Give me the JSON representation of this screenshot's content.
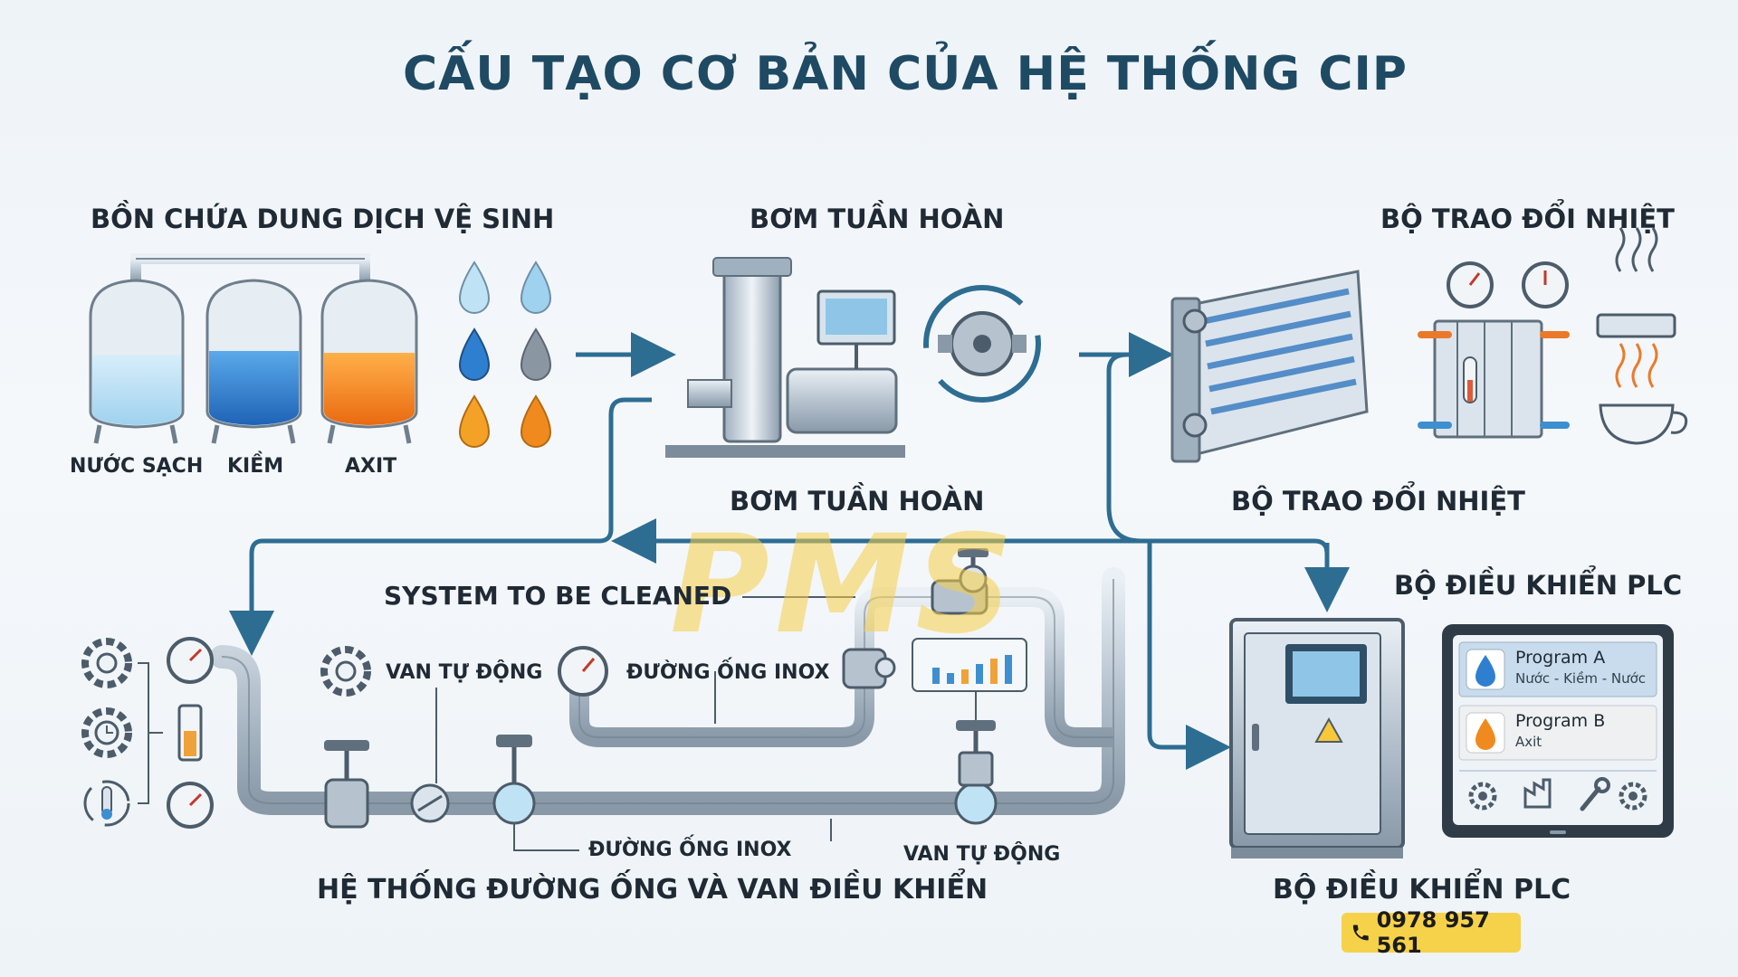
{
  "title": "CẤU TẠO CƠ BẢN CỦA HỆ THỐNG CIP",
  "sections": {
    "tanks": {
      "heading": "BỒN CHỨA DUNG DỊCH VỆ SINH",
      "labels": [
        "NƯỚC SẠCH",
        "KIỀM",
        "AXIT"
      ]
    },
    "pump": {
      "heading_top": "BƠM TUẦN HOÀN",
      "heading_bottom": "BƠM TUẦN HOÀN"
    },
    "heat_exchanger": {
      "heading_top": "BỘ TRAO ĐỔI NHIỆT",
      "heading_bottom": "BỘ TRAO ĐỔI NHIỆT"
    },
    "piping": {
      "system_label": "SYSTEM TO BE CLEANED",
      "valve_label_1": "VAN TỰ ĐỘNG",
      "pipe_label_1": "ĐƯỜNG ỐNG INOX",
      "pipe_label_2": "ĐƯỜNG ỐNG INOX",
      "valve_label_2": "VAN TỰ ĐỘNG",
      "heading": "HỆ THỐNG ĐƯỜNG ỐNG VÀ VAN ĐIỀU KHIỂN"
    },
    "plc": {
      "heading_top": "BỘ ĐIỀU KHIỂN PLC",
      "heading_bottom": "BỘ ĐIỀU KHIỂN PLC",
      "programs": [
        {
          "name": "Program A",
          "detail": "Nước - Kiềm - Nước"
        },
        {
          "name": "Program B",
          "detail": "Axit"
        }
      ]
    }
  },
  "watermark": "PMS",
  "phone": "0978 957 561",
  "colors": {
    "title": "#1f4a63",
    "arrow": "#2e6d92",
    "phone_bg": "#f6d24a",
    "water": "#bfe3f5",
    "alkali": "#2f7fd0",
    "acid": "#f08a1e"
  }
}
